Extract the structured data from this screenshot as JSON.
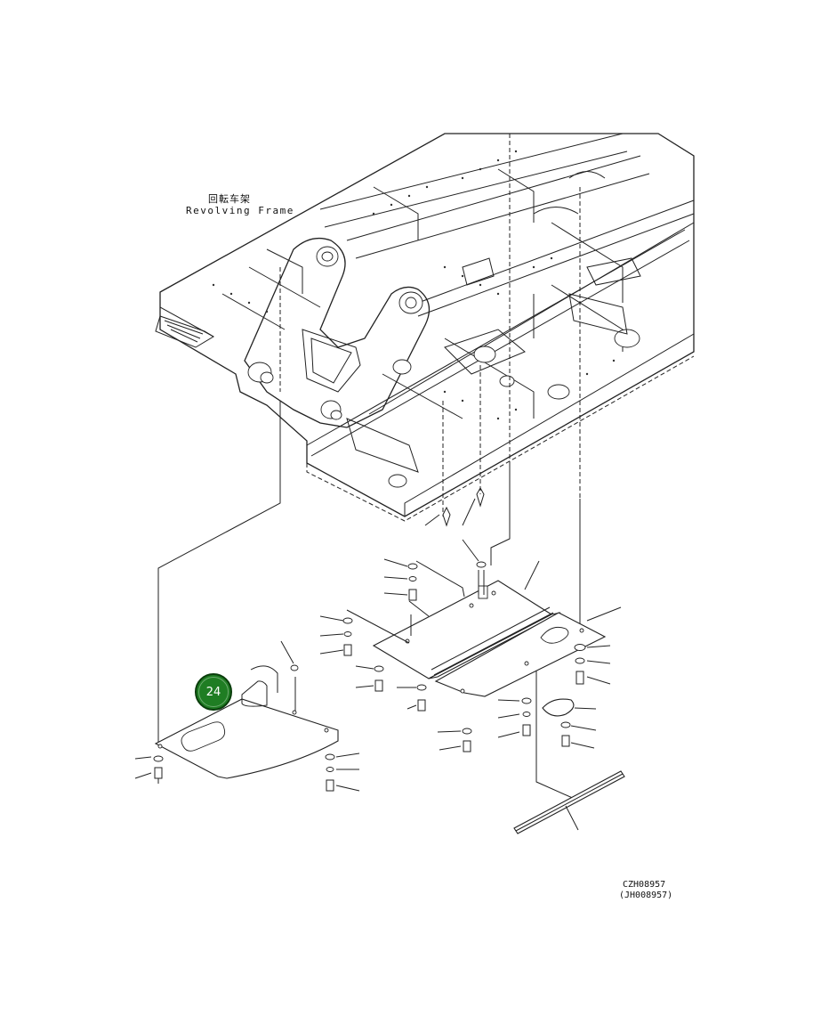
{
  "frame_label": {
    "chinese": "回転车架",
    "english": "Revolving Frame"
  },
  "callout": {
    "number": "24",
    "color": "#1f7d23"
  },
  "drawing_codes": {
    "code": "CZH08957",
    "alt_code": "(JH008957)"
  }
}
